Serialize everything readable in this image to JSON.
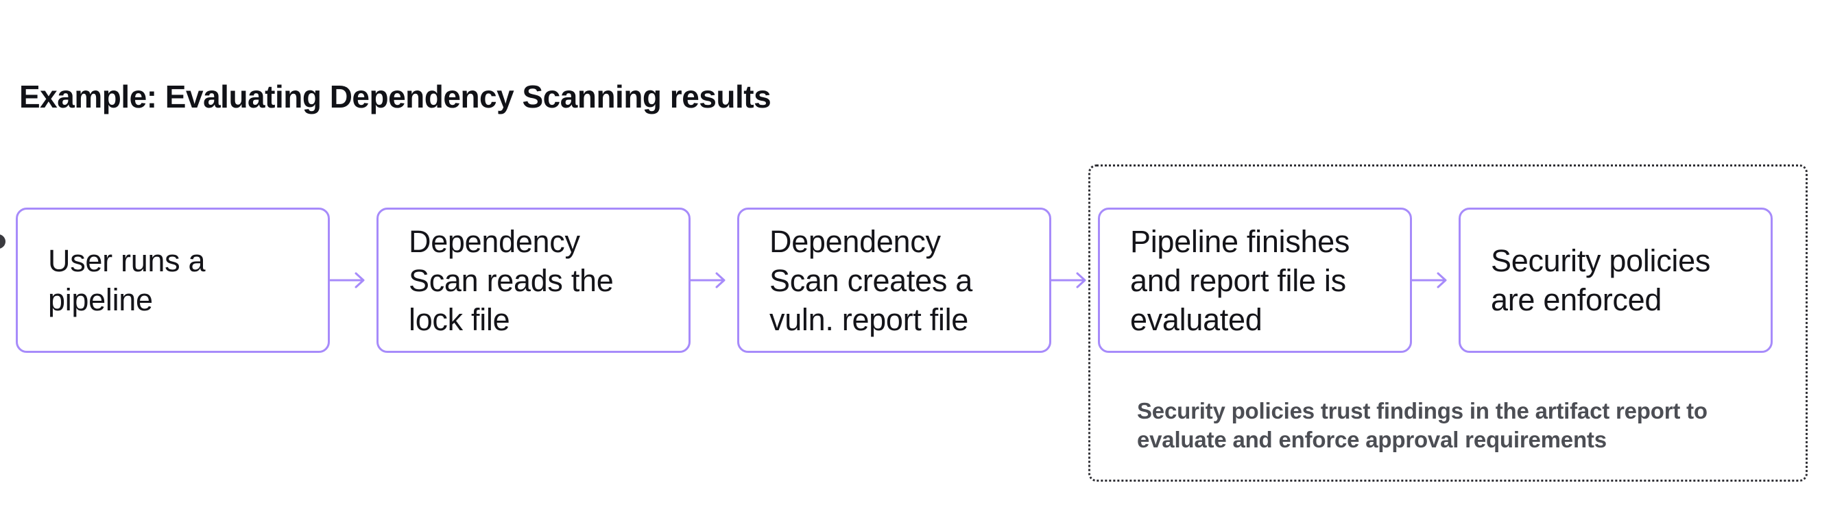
{
  "header": {
    "title": "Example: Evaluating Dependency Scanning results"
  },
  "flow": {
    "steps": [
      {
        "label": "User runs a\npipeline"
      },
      {
        "label": "Dependency\nScan reads the\nlock file"
      },
      {
        "label": "Dependency\nScan creates a\nvuln. report file"
      },
      {
        "label": "Pipeline finishes\nand report file is\nevaluated"
      },
      {
        "label": "Security policies\nare enforced"
      }
    ],
    "connector_icon": "arrow-right-icon"
  },
  "policy_group": {
    "note": "Security policies trust findings in the artifact report to\nevaluate and enforce approval requirements"
  },
  "decorations": {
    "left_edge_marker": "clipped-dark-circle"
  },
  "colors": {
    "accent_purple": "#a78bfa",
    "dotted_border": "#2e2e33",
    "title_text": "#111217",
    "box_text": "#141419",
    "note_text": "#4c4e54",
    "edge_marker": "#3a3a3f",
    "background": "#ffffff"
  }
}
